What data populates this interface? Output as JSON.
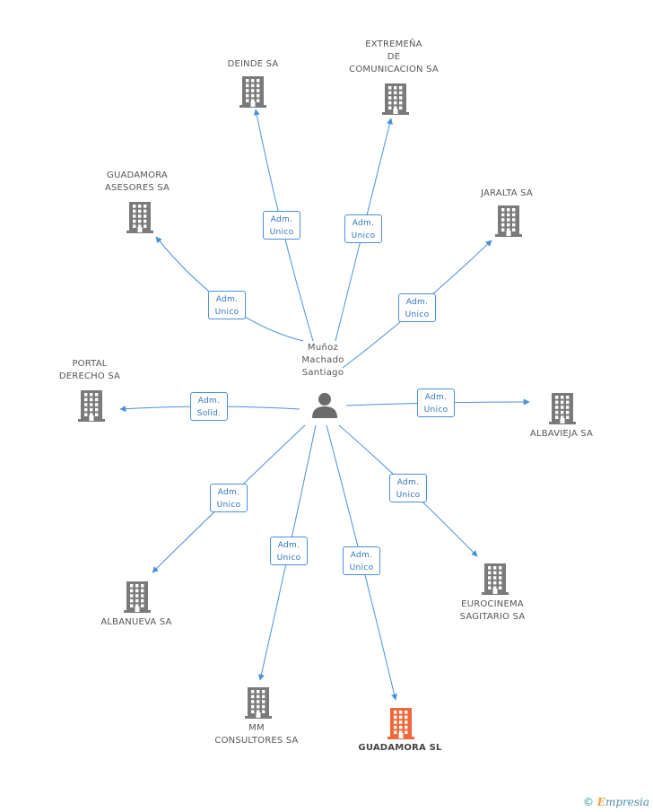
{
  "colors": {
    "edge": "#4a90d9",
    "building": "#7a7a7a",
    "building_focus": "#f0693a",
    "person": "#6b6b6b"
  },
  "center": {
    "name": "Muñoz\nMachado\nSantiago",
    "icon": "person-icon"
  },
  "nodes": [
    {
      "id": "deinde",
      "label": "DEINDE SA",
      "relation": "Adm.\nUnico"
    },
    {
      "id": "extremena",
      "label": "EXTREMEÑA\nDE\nCOMUNICACION SA",
      "relation": "Adm.\nUnico"
    },
    {
      "id": "guadamora-asesores",
      "label": "GUADAMORA\nASESORES SA",
      "relation": "Adm.\nUnico"
    },
    {
      "id": "jaralta",
      "label": "JARALTA SA",
      "relation": "Adm.\nUnico"
    },
    {
      "id": "portal-derecho",
      "label": "PORTAL\nDERECHO SA",
      "relation": "Adm.\nSolid."
    },
    {
      "id": "albavieja",
      "label": "ALBAVIEJA SA",
      "relation": "Adm.\nUnico"
    },
    {
      "id": "albanueva",
      "label": "ALBANUEVA SA",
      "relation": "Adm.\nUnico"
    },
    {
      "id": "eurocinema",
      "label": "EUROCINEMA\nSAGITARIO SA",
      "relation": "Adm.\nUnico"
    },
    {
      "id": "mm-consultores",
      "label": "MM\nCONSULTORES SA",
      "relation": "Adm.\nUnico"
    },
    {
      "id": "guadamora-sl",
      "label": "GUADAMORA SL",
      "relation": "Adm.\nUnico",
      "focus": true
    }
  ],
  "footer": {
    "copyright": "©",
    "brand_initial": "E",
    "brand_rest": "mpresia"
  }
}
